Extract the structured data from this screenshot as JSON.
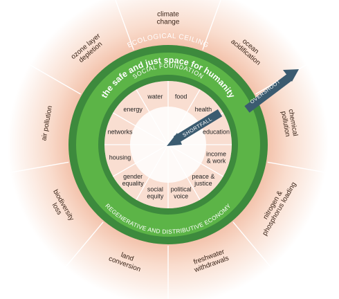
{
  "ring_labels": {
    "ecological_ceiling": "ECOLOGICAL CEILING",
    "safe_space": "the safe and just space for humanity",
    "social_foundation": "SOCIAL FOUNDATION",
    "economy": "REGENERATIVE AND DISTRIBUTIVE ECONOMY"
  },
  "arrows": {
    "overshoot": "OVERSHOOT",
    "shortfall": "SHORTFALL"
  },
  "ecological_ceiling": [
    {
      "lines": [
        "climate",
        "change"
      ]
    },
    {
      "lines": [
        "ocean",
        "acidification"
      ]
    },
    {
      "lines": [
        "chemical",
        "pollution"
      ]
    },
    {
      "lines": [
        "nitrogen &",
        "phosphorus loading"
      ]
    },
    {
      "lines": [
        "freshwater",
        "withdrawals"
      ]
    },
    {
      "lines": [
        "land",
        "conversion"
      ]
    },
    {
      "lines": [
        "biodiversity",
        "loss"
      ]
    },
    {
      "lines": [
        "air pollution"
      ]
    },
    {
      "lines": [
        "ozone layer",
        "depletion"
      ]
    }
  ],
  "social_foundation": [
    {
      "lines": [
        "water"
      ]
    },
    {
      "lines": [
        "food"
      ]
    },
    {
      "lines": [
        "health"
      ]
    },
    {
      "lines": [
        "education"
      ]
    },
    {
      "lines": [
        "income",
        "& work"
      ]
    },
    {
      "lines": [
        "peace &",
        "justice"
      ]
    },
    {
      "lines": [
        "political",
        "voice"
      ]
    },
    {
      "lines": [
        "social",
        "equity"
      ]
    },
    {
      "lines": [
        "gender",
        "equality"
      ]
    },
    {
      "lines": [
        "housing"
      ]
    },
    {
      "lines": [
        "networks"
      ]
    },
    {
      "lines": [
        "energy"
      ]
    }
  ],
  "colors": {
    "ring_outer": "#3d8a3d",
    "band": "#5cb447",
    "ring_inner": "#3d8a3d",
    "halo_inner": "#f0b59a",
    "arrow": "#3b5b70"
  }
}
